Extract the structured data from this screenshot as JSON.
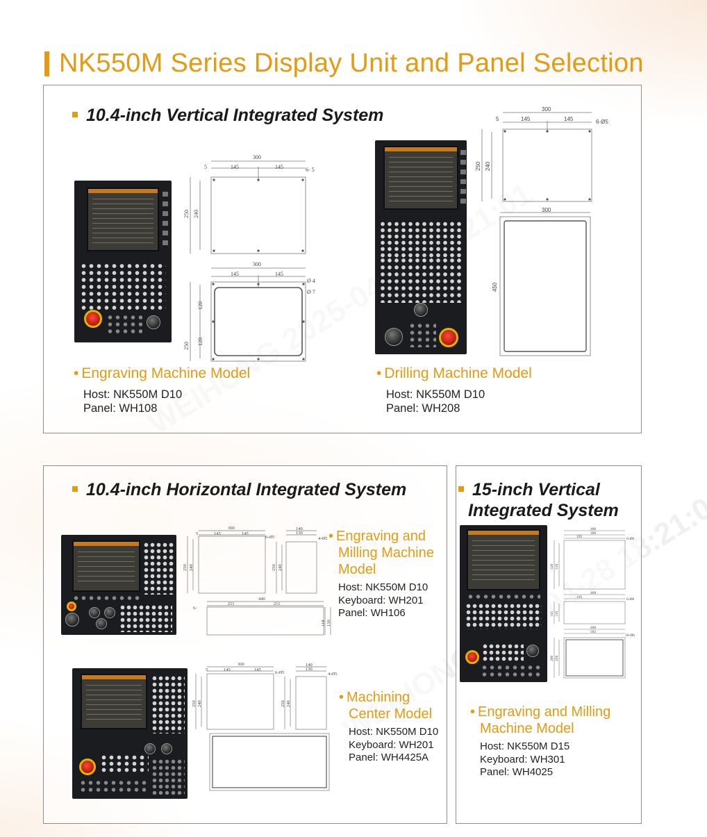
{
  "page": {
    "title": "NK550M Series Display Unit and Panel Selection",
    "accent_color": "#e49a12",
    "watermark_text": "WEIHONG 2025-04-28 18:21:01"
  },
  "section1": {
    "title": "10.4-inch Vertical Integrated System",
    "models": [
      {
        "name": "Engraving Machine Model",
        "specs": [
          "Host: NK550M D10",
          "Panel: WH108"
        ],
        "drawing_top": {
          "width": "300",
          "left": "5",
          "half1": "145",
          "half2": "145",
          "holes": "6- 5",
          "height_outer": "250",
          "height_inner": "240"
        },
        "drawing_bottom": {
          "width": "300",
          "half1": "145",
          "half2": "145",
          "d1": "Ø 4",
          "d2": "Ø 7",
          "h1": "120",
          "h2": "120",
          "height": "250"
        }
      },
      {
        "name": "Drilling Machine Model",
        "specs": [
          "Host: NK550M D10",
          "Panel: WH208"
        ],
        "drawing_top": {
          "width": "300",
          "left": "5",
          "half1": "145",
          "half2": "145",
          "holes": "6-Ø5",
          "height_outer": "250",
          "height_inner": "240"
        },
        "drawing_bottom": {
          "width": "300",
          "height": "450"
        }
      }
    ]
  },
  "section2": {
    "title": "10.4-inch Horizontal Integrated System",
    "models": [
      {
        "name": "Engraving and Milling Machine Model",
        "name_lines": [
          "Engraving and",
          "Milling Machine",
          "Model"
        ],
        "specs": [
          "Host: NK550M D10",
          "Keyboard: WH201",
          "Panel: WH106"
        ],
        "drawing": {
          "w": "300",
          "l": "5",
          "h1": "145",
          "h2": "145",
          "holes": "6-Ø5",
          "ht": "250",
          "hi": "240",
          "sw": "140",
          "si": "130",
          "sh": "4-Ø5",
          "sht": "250",
          "shi": "240",
          "bw": "440",
          "b1": "211",
          "b2": "211",
          "bh1": "118",
          "bh2": "130",
          "bholes": "6-"
        }
      },
      {
        "name": "Machining Center Model",
        "name_lines": [
          "Machining",
          "Center Model"
        ],
        "specs": [
          "Host: NK550M D10",
          "Keyboard: WH201",
          "Panel: WH4425A"
        ],
        "drawing": {
          "w": "300",
          "l": "5",
          "h1": "145",
          "h2": "145",
          "holes": "6-Ø5",
          "ht": "250",
          "hi": "240",
          "sw": "140",
          "si": "130",
          "sh": "4-Ø5",
          "sht": "250",
          "shi": "240"
        }
      }
    ]
  },
  "section3": {
    "title_lines": [
      "15-inch Vertical",
      "Integrated System"
    ],
    "model": {
      "name_lines": [
        "Engraving and Milling",
        "Machine Model"
      ],
      "specs": [
        "Host: NK550M D15",
        "Keyboard: WH301",
        "Panel: WH4025"
      ],
      "drawing": {
        "w1": "400",
        "w2": "390",
        "h1": "6-Ø6",
        "half": "195",
        "ht": "320",
        "hi": "310",
        "r2w": "400",
        "r2w2": "390",
        "r2half": "195",
        "r2holes": "6-Ø6",
        "r2h1": "145",
        "r2h2": "135",
        "r3w": "400",
        "r3w2": "392",
        "r3holes": "10-Ø6",
        "r3h1": "260",
        "r3h2": "250"
      }
    }
  }
}
